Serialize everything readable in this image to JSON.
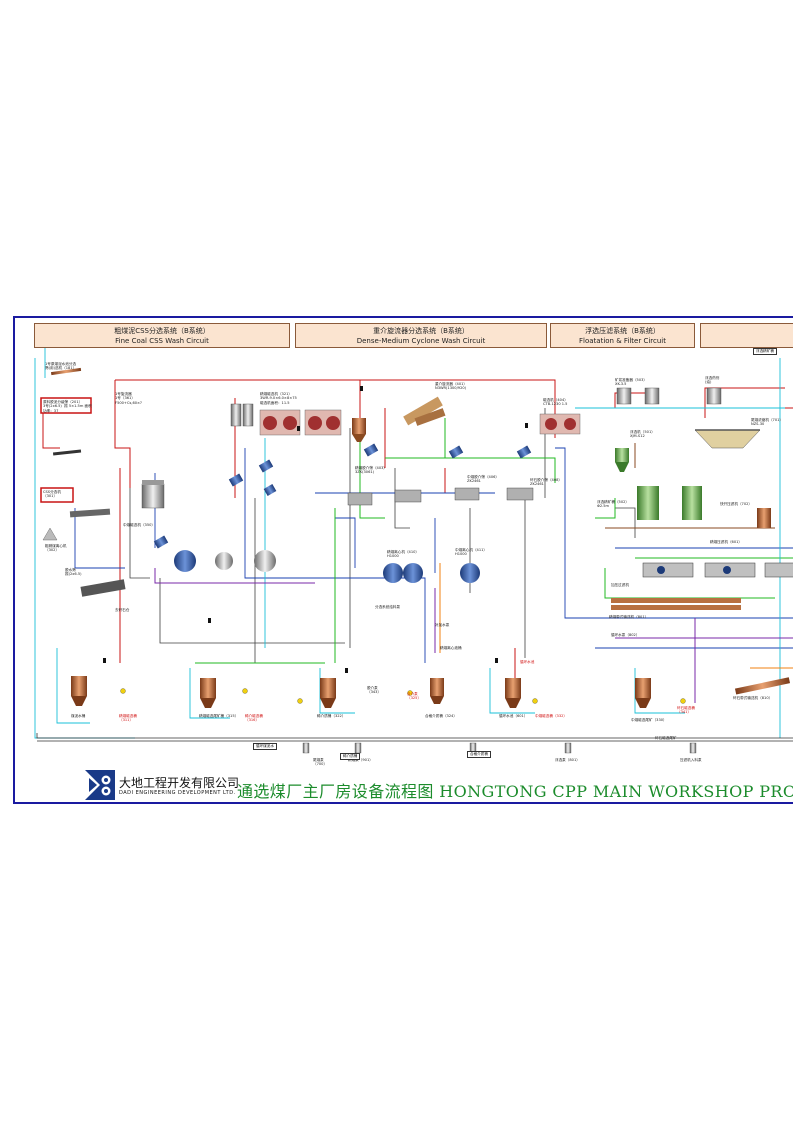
{
  "headers": [
    {
      "zh": "粗煤泥CSS分选系统（B系统）",
      "en": "Fine Coal CSS Wash Circuit"
    },
    {
      "zh": "重介旋流器分选系统（B系统）",
      "en": "Dense-Medium Cyclone  Wash Circuit"
    },
    {
      "zh": "浮选压滤系统（B系统）",
      "en": "Floatation & Filter Circuit"
    },
    {
      "zh": "",
      "en": ""
    }
  ],
  "labels": {
    "l1": "1号原煤泥水池分选\n筛(用)选机（181）",
    "l2": "原料脱泥分级筛（201）\n3号(2x6.5)  振 5×1.5m 面积\n功率：37",
    "l3": "CSS分选机\n（301）",
    "l4": "脱水筛\n振(2x6.5)",
    "l5": "粗精煤离心机\n（302）",
    "l6": "中煤磁选机（350）",
    "l7": "精煤磁选机（321）\n3WR-9.0×6.0×8×75\n磁选机面积：11.5",
    "l8": "1号旋流器\n1号（361）\nF500+Cs,60×?",
    "l9": "重介旋流器（401）\nN3WR(1300/920)",
    "l10": "磁选机（404）\nCTB-1230 1.5",
    "l11": "精煤脱介筛（403）\n3ZK(3061)",
    "l12": "中煤脱介筛（406）\nZK2461",
    "l13": "矸石脱介筛（408）\nZK2461",
    "l14": "精煤离心机（410）\nH1000",
    "l15": "中煤离心机（411）\nH1000",
    "l16": "浮选机（501）\nXJM-S12",
    "l17": "浮选精矿桶（502）\nΦ2.5m",
    "l18": "精煤压滤机（601）",
    "l19": "尾煤浓缩机（701）\nNZS-30",
    "l20": "快开压滤机（702）",
    "l21": "加压过滤机",
    "l22": "矿浆准备器（503）\nXK-3.5",
    "l23": "浮选药剂\n(油)",
    "l24": "精煤带式输送机（801）",
    "l25": "煤泥水桶",
    "l26": "精煤磁选尾矿桶（315）",
    "l27": "稀介质桶（322）",
    "l28": "合格介质桶（324）",
    "l29": "循环水池（601）",
    "l30": "中煤磁选尾矿（330）",
    "l31": "矸石磁选尾矿",
    "l32": "尾煤泵\n（700）",
    "l33": "精煤泵（901）",
    "l34": "浮选泵（801）",
    "l35": "压滤机入料泵",
    "l36": "补加水泵",
    "l37": "分选系统给料泵",
    "l38": "精煤离心液桶",
    "l39": "脱介泵\n（343）",
    "l40": "循环水泵（802）",
    "l41": "矸石带式输送机（810）",
    "l42": "去矸石仓"
  },
  "red_labels": {
    "r1": "精煤磁选桶\n（311）",
    "r2": "稀介磁选桶\n（316）",
    "r3": "合介泵\n（325）",
    "r4": "中煤磁选桶（332）",
    "r5": "矸石磁选桶\n（341）",
    "r6": "循环水池"
  },
  "tags": [
    "循环煤泥水",
    "稀介质桶",
    "合格介质桶",
    "浮选精矿桶"
  ],
  "company": {
    "zh": "大地工程开发有限公司",
    "en": "DADI ENGINEERING DEVELOPMENT LTD."
  },
  "title": "通选煤厂主厂房设备流程图  HONGTONG CPP MAIN WORKSHOP PROJECT EQU"
}
